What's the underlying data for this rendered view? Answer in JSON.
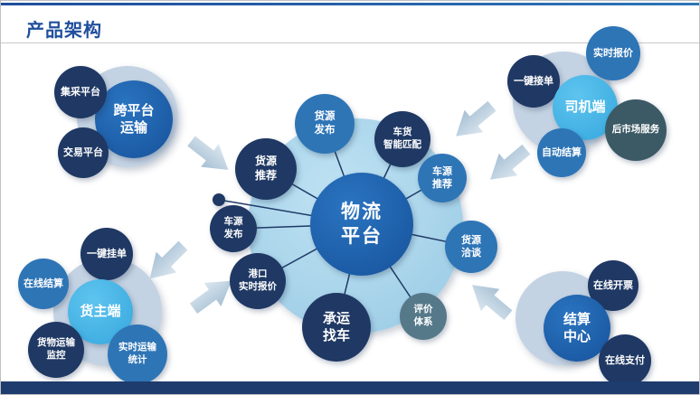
{
  "page": {
    "title": "产品架构"
  },
  "hub": {
    "label": "物流\n平台"
  },
  "hub_satellites": {
    "cargo_publish": {
      "label": "货源\n发布"
    },
    "smart_match": {
      "label": "车货\n智能匹配"
    },
    "cargo_recommend": {
      "label": "货源\n推荐"
    },
    "vehicle_recommend": {
      "label": "车源\n推荐"
    },
    "vehicle_publish": {
      "label": "车源\n发布"
    },
    "cargo_negotiation": {
      "label": "货源\n洽谈"
    },
    "port_quote": {
      "label": "港口\n实时报价"
    },
    "evaluation": {
      "label": "评价\n体系"
    },
    "carrier_find_truck": {
      "label": "承运\n找车"
    }
  },
  "cluster_cross_platform": {
    "head": "跨平台\n运输",
    "item_procurement": "集采平台",
    "item_trading": "交易平台"
  },
  "cluster_shipper": {
    "head": "货主端",
    "item_one_click_post": "一键挂单",
    "item_online_settlement": "在线结算",
    "item_transport_monitor": "货物运输\n监控",
    "item_transport_stats": "实时运输\n统计"
  },
  "cluster_driver": {
    "head": "司机端",
    "item_one_click_accept": "一键接单",
    "item_realtime_quote": "实时报价",
    "item_aftermarket": "后市场服务",
    "item_auto_settlement": "自动结算"
  },
  "cluster_settlement": {
    "head": "结算\n中心",
    "item_online_invoice": "在线开票",
    "item_online_payment": "在线支付"
  },
  "colors": {
    "title_blue": "#1f4e9c",
    "navy": "#1f3864",
    "medium_blue": "#2e75b6",
    "strong_blue": "#17529b",
    "cyan": "#41b4e6",
    "slate": "#56798a",
    "dark_teal": "#3c5a66",
    "hub_light_blue": "#a3d3ea",
    "cluster_light": "#c4d3e3",
    "arrow_fill": "#b7cedf",
    "bottom_bar": "#1e3c6e"
  }
}
